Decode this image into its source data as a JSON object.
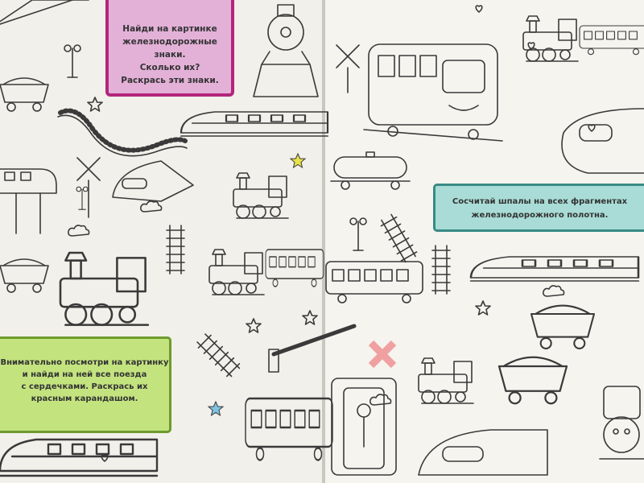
{
  "colors": {
    "paper": "#f4f3ee",
    "ink": "#3a3a3a",
    "pink_box": "#e3b1d8",
    "pink_border": "#b2267c",
    "teal_box": "#a9dcd6",
    "teal_border": "#3a8a86",
    "green_box": "#c3e37f",
    "green_border": "#6e9a2e",
    "star_yellow": "#e8e24a",
    "star_blue": "#7fc3e3",
    "crossing_red": "#f0a0a0"
  },
  "tasks": {
    "pink": {
      "lines": [
        "Найди на картинке",
        "железнодорожные знаки.",
        "Сколько их?",
        "Раскрась эти знаки."
      ]
    },
    "teal": {
      "lines": [
        "Сосчитай шпалы на всех фрагментах",
        "железнодорожного полотна."
      ]
    },
    "green": {
      "lines": [
        "Внимательно посмотри на картинку",
        "и найди на ней все поезда",
        "с сердечками. Раскрась их",
        "красным карандашом."
      ]
    }
  },
  "icons": [
    "steam-locomotive-icon",
    "electric-train-icon",
    "high-speed-train-icon",
    "railroad-crossing-sign-icon",
    "railway-signal-icon",
    "rail-track-icon",
    "tank-wagon-icon",
    "coal-wagon-icon",
    "passenger-carriage-icon",
    "barrier-gate-icon",
    "star-icon",
    "heart-icon",
    "cloud-icon"
  ]
}
